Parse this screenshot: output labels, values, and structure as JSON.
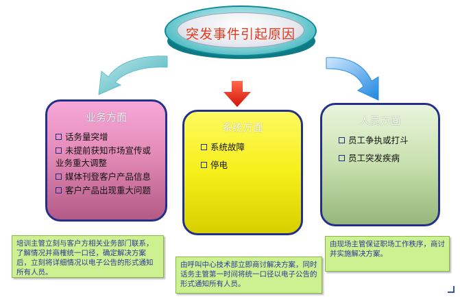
{
  "title": "突发事件引起原因",
  "boxes": {
    "business": {
      "title": "业务方面",
      "items": [
        "话务量突增",
        "未提前获知市场宣传或业务重大调整",
        "媒体刊登客户产品信息",
        "客户产品出现重大问题"
      ]
    },
    "system": {
      "title": "系统方面",
      "items": [
        "系统故障",
        "停电"
      ]
    },
    "people": {
      "title": "人员方面",
      "items": [
        "员工争执或打斗",
        "员工突发疾病"
      ]
    }
  },
  "notes": {
    "business": "培训主管立刻与客户方相关业务部门联系，了解情况并商榷统一口径，确定解决方案后，立刻将详细情况以电子公告的形式通知所有人员。",
    "system": "由呼叫中心技术部立即商讨解决方案，同时话务主管第一时间将统一口径以电子公告的形式通知所有人员。",
    "people": "由现场主管保证职场工作秩序，商讨并实施解决方案。"
  },
  "colors": {
    "title_text": "#e23a1e",
    "box_border": "#23308a",
    "business_fill": "#e48ab7",
    "system_fill": "#f6ef1a",
    "people_fill": "#c8e0ae",
    "note_fill": "#cdf090",
    "note_text": "#2a3a9a",
    "arrow_left": "#5fbfc7",
    "arrow_center": "#e02418",
    "arrow_right": "#2a8fe0"
  }
}
